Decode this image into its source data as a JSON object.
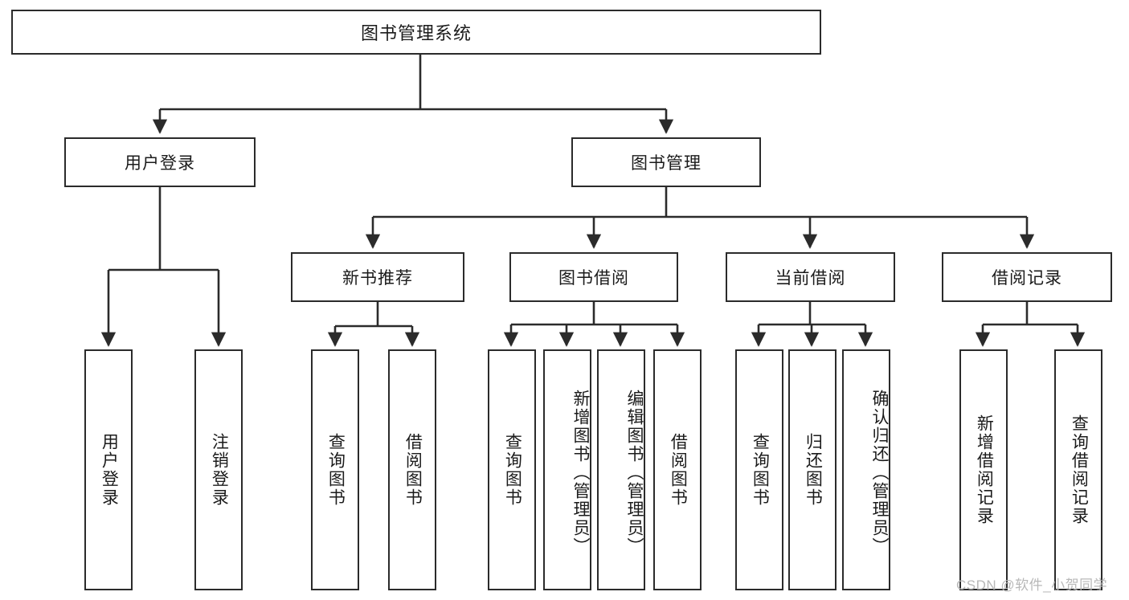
{
  "diagram": {
    "type": "tree-hierarchy",
    "title": "图书管理系统",
    "root": {
      "label": "图书管理系统"
    },
    "level1": [
      {
        "label": "用户登录"
      },
      {
        "label": "图书管理"
      }
    ],
    "level2": [
      {
        "label": "新书推荐"
      },
      {
        "label": "图书借阅"
      },
      {
        "label": "当前借阅"
      },
      {
        "label": "借阅记录"
      }
    ],
    "leaves": {
      "user_login": [
        {
          "label": "用户登录"
        },
        {
          "label": "注销登录"
        }
      ],
      "new_book_recommend": [
        {
          "label": "查询图书"
        },
        {
          "label": "借阅图书"
        }
      ],
      "book_borrow": [
        {
          "label": "查询图书"
        },
        {
          "label": "新增图书（管理员）"
        },
        {
          "label": "编辑图书（管理员）"
        },
        {
          "label": "借阅图书"
        }
      ],
      "current_borrow": [
        {
          "label": "查询图书"
        },
        {
          "label": "归还图书"
        },
        {
          "label": "确认归还（管理员）"
        }
      ],
      "borrow_record": [
        {
          "label": "新增借阅记录"
        },
        {
          "label": "查询借阅记录"
        }
      ]
    }
  },
  "watermark": {
    "text": "CSDN @软件_小贺同学"
  },
  "colors": {
    "box_border": "#2b2b2b",
    "box_fill": "#ffffff",
    "text": "#1b1b1b",
    "line": "#2b2b2b",
    "watermark": "#b8b8b8"
  }
}
